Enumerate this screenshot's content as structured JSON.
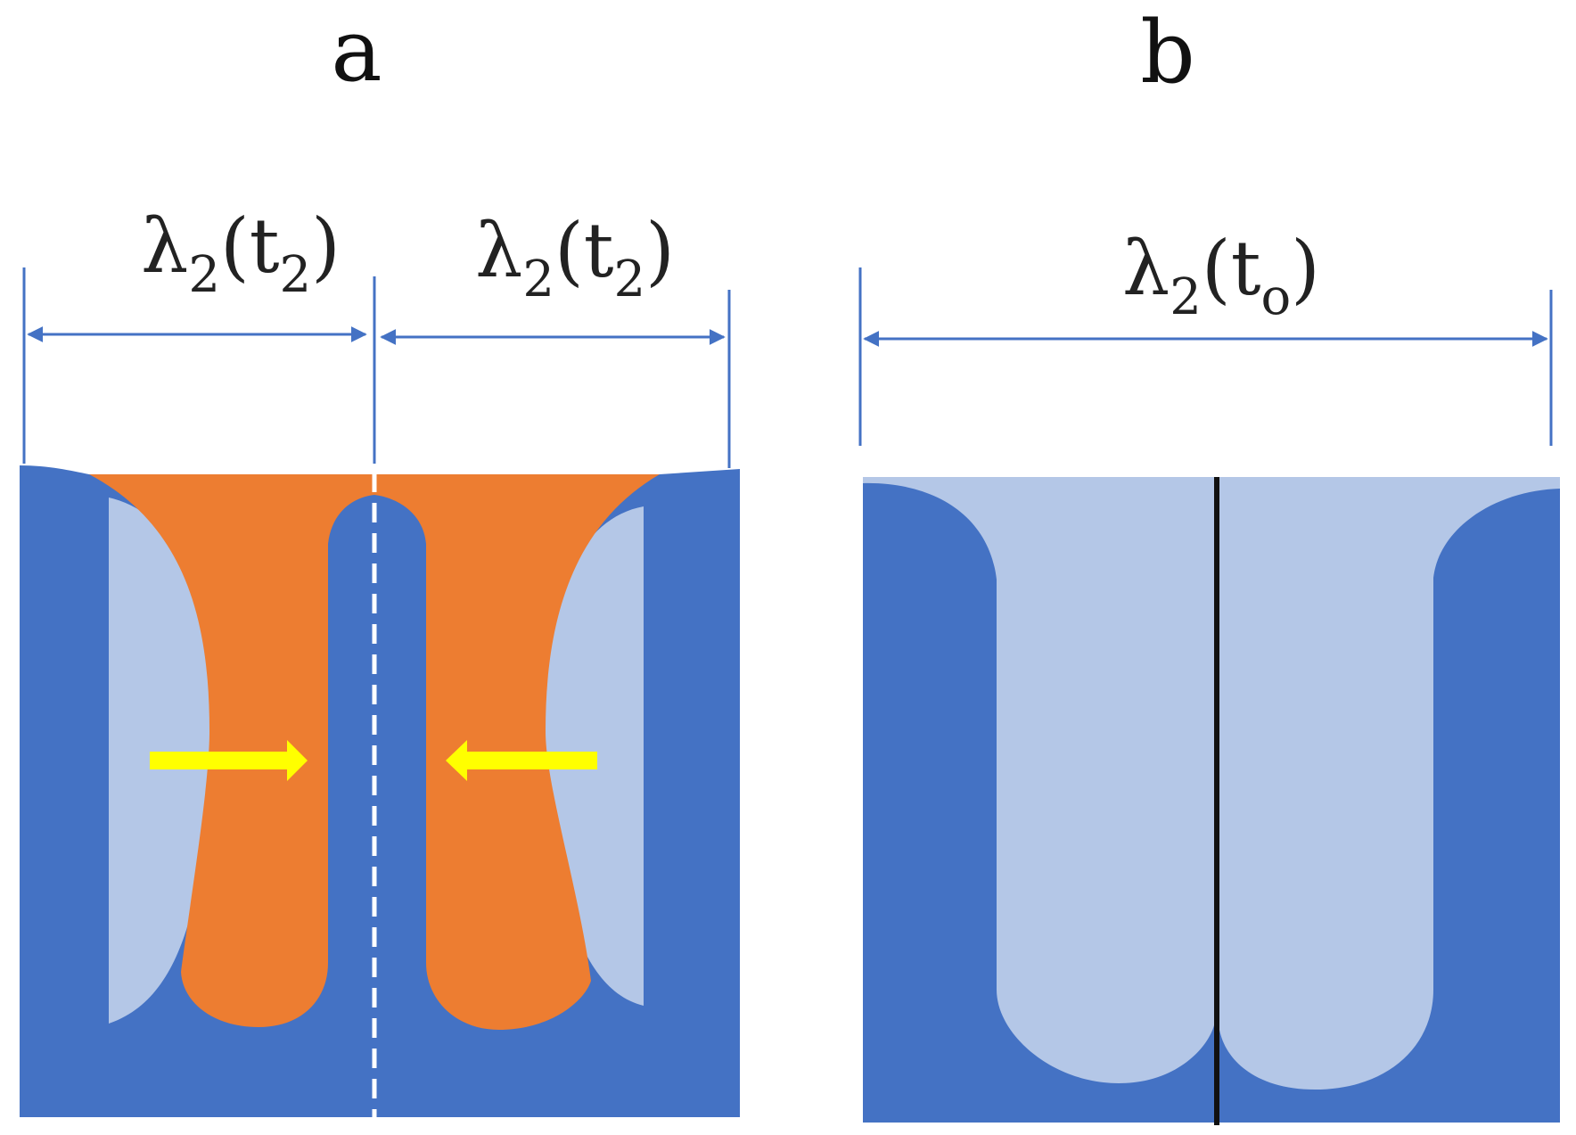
{
  "panels": [
    {
      "letter": "a",
      "dimensions": [
        {
          "symbol": "λ",
          "sub": "2",
          "open": "(t",
          "arg_sub": "2",
          "close": ")"
        },
        {
          "symbol": "λ",
          "sub": "2",
          "open": "(t",
          "arg_sub": "2",
          "close": ")"
        }
      ]
    },
    {
      "letter": "b",
      "dimensions": [
        {
          "symbol": "λ",
          "sub": "2",
          "open": "(t",
          "arg_sub": "o",
          "close": ")"
        }
      ]
    }
  ],
  "colors": {
    "dark_blue": "#4472c4",
    "light_blue": "#b4c7e7",
    "orange": "#ed7d31",
    "yellow": "#ffff00",
    "dimension_line": "#4472c4"
  }
}
